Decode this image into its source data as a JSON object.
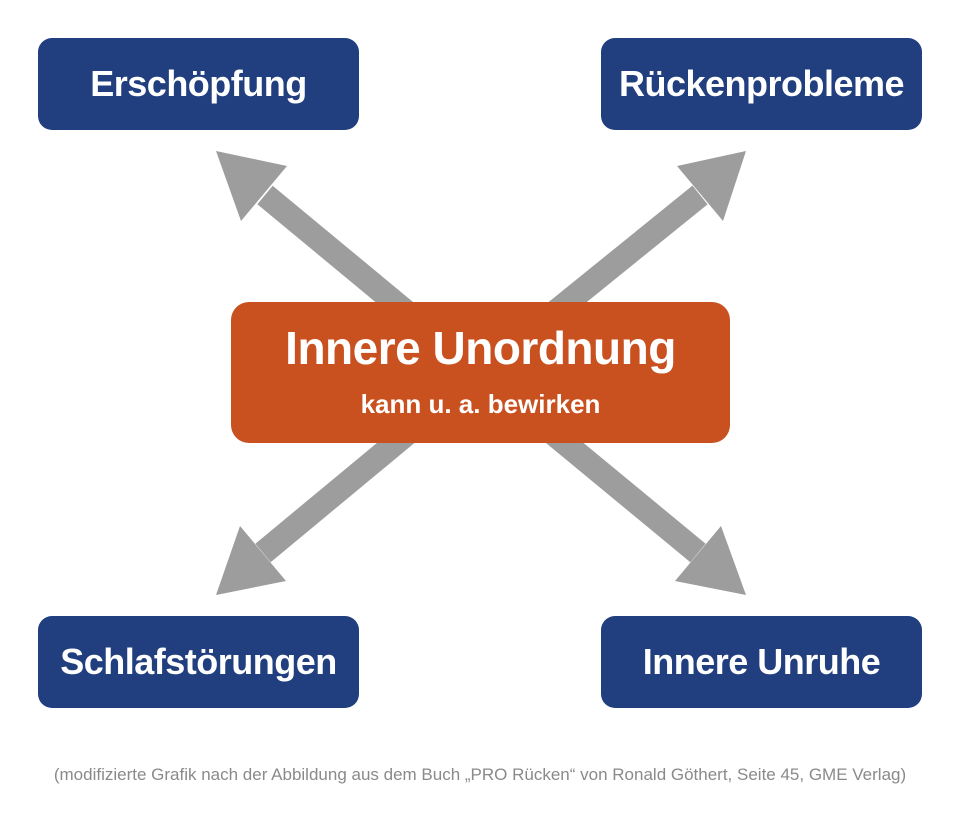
{
  "center": {
    "title": "Innere Unordnung",
    "subtitle": "kann u. a. bewirken"
  },
  "effects": {
    "top_left": "Erschöpfung",
    "top_right": "Rückenprobleme",
    "bottom_left": "Schlafstörungen",
    "bottom_right": "Innere Unruhe"
  },
  "caption": "(modifizierte Grafik nach der Abbildung aus dem Buch „PRO Rücken“ von Ronald Göthert, Seite 45, GME Verlag)",
  "colors": {
    "effect_box": "#213f7e",
    "center_box": "#c9511f",
    "arrow": "#9d9d9d",
    "caption_text": "#8a8a8a"
  }
}
